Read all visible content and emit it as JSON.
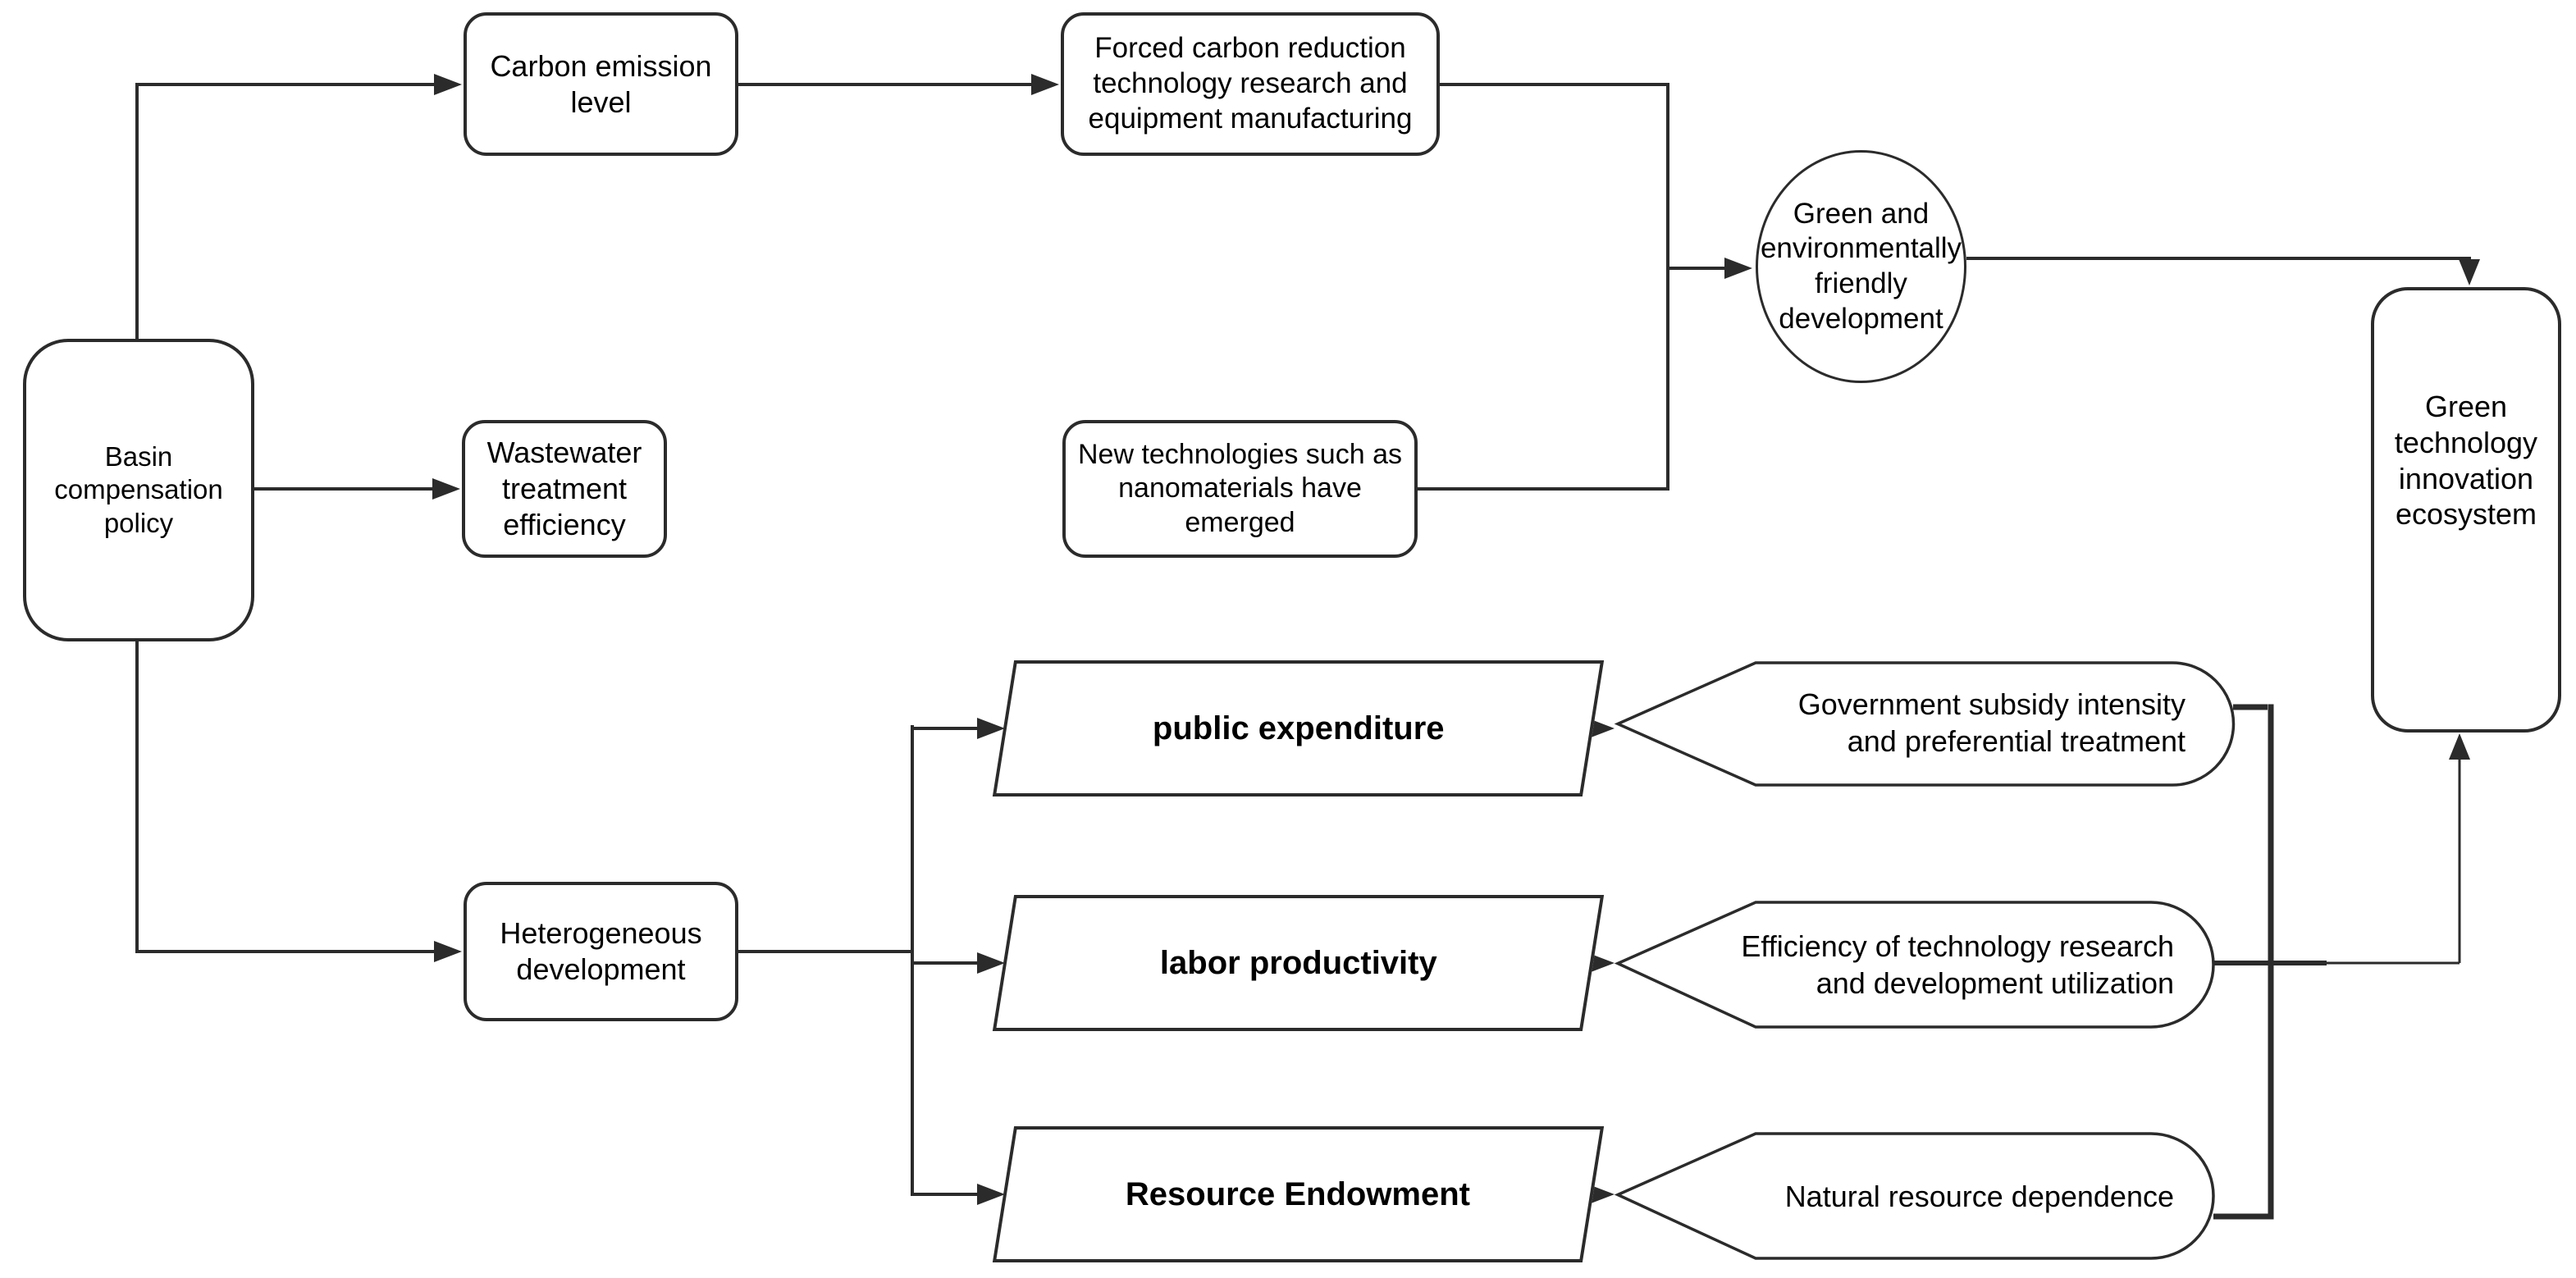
{
  "diagram": {
    "title": "Basin compensation policy and green technology innovation ecosystem flowchart",
    "colors": {
      "line": "#2b2b2b",
      "text": "#000000",
      "background": "#ffffff"
    },
    "nodes": {
      "basin": "Basin compensation policy",
      "carbon": "Carbon emission level",
      "forced": "Forced carbon reduction technology research and equipment manufacturing",
      "wastewater": "Wastewater treatment efficiency",
      "newtech": "New technologies such as nanomaterials have emerged",
      "green_dev": "Green and environmentally friendly development",
      "green_eco": "Green technology innovation ecosystem",
      "hetero": "Heterogeneous development",
      "public_exp": "public expenditure",
      "labor_prod": "labor productivity",
      "resource_endow": "Resource Endowment",
      "gov_subsidy": "Government subsidy intensity and preferential treatment",
      "efficiency": "Efficiency of technology research and development utilization",
      "natural_dep": "Natural resource dependence"
    }
  }
}
